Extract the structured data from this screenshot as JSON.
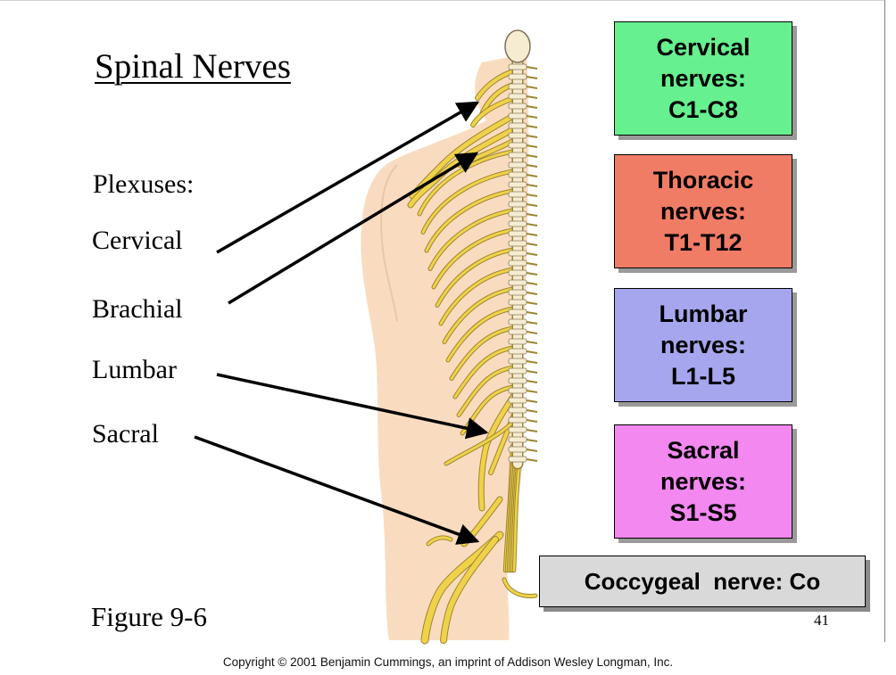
{
  "title": "Spinal Nerves",
  "plexuses": {
    "heading": "Plexuses:",
    "items": [
      "Cervical",
      "Brachial",
      "Lumbar",
      "Sacral"
    ]
  },
  "nerve_groups": [
    {
      "lines": [
        "Cervical",
        "nerves:",
        "C1-C8"
      ],
      "color": "#66f08f"
    },
    {
      "lines": [
        "Thoracic",
        "nerves:",
        "T1-T12"
      ],
      "color": "#f17c66"
    },
    {
      "lines": [
        "Lumbar",
        "nerves:",
        "L1-L5"
      ],
      "color": "#a6a6ee"
    },
    {
      "lines": [
        "Sacral",
        "nerves:",
        "S1-S5"
      ],
      "color": "#f288f0"
    }
  ],
  "coccygeal": "Coccygeal  nerve: Co",
  "figure_label": "Figure 9-6",
  "page_number": "41",
  "copyright": "Copyright © 2001 Benjamin Cummings, an imprint of Addison Wesley Longman, Inc.",
  "colors": {
    "skin": "#f9dcc0",
    "nerve": "#f0d24a",
    "nerve_outline": "#9c8630",
    "bone": "#f6ecd2",
    "arrow": "#000000",
    "coccygeal_box": "#d9d9d9"
  }
}
